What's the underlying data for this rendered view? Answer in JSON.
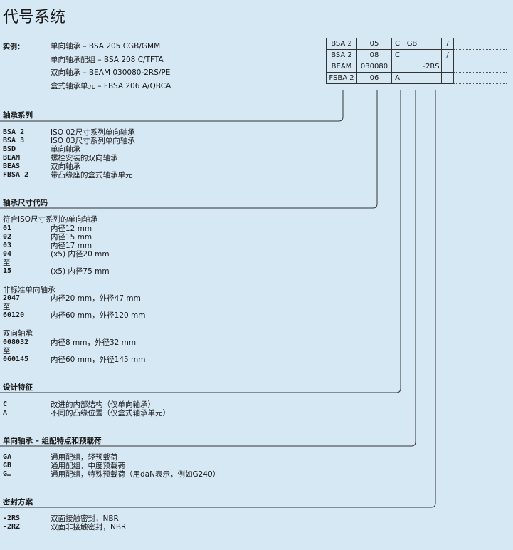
{
  "title": "代号系统",
  "example_label": "实例：",
  "examples": [
    "单向轴承 – BSA 205 CGB/GMM",
    "单向轴承配组 – BSA 208 C/TFTA",
    "双向轴承 – BEAM 030080-2RS/PE",
    "盒式轴承单元 – FBSA 206 A/QBCA"
  ],
  "table_rows": [
    [
      "BSA 2",
      "05",
      "C",
      "GB",
      "",
      "/"
    ],
    [
      "BSA 2",
      "08",
      "C",
      "",
      "",
      "/"
    ],
    [
      "BEAM",
      "030080",
      "",
      "",
      "-2RS",
      ""
    ],
    [
      "FSBA 2",
      "06",
      "A",
      "",
      "",
      ""
    ]
  ],
  "sections": {
    "series": {
      "heading": "轴承系列",
      "items": [
        {
          "code": "BSA 2",
          "desc": "ISO 02尺寸系列单向轴承"
        },
        {
          "code": "BSA 3",
          "desc": "ISO 03尺寸系列单向轴承"
        },
        {
          "code": "BSD",
          "desc": "单向轴承"
        },
        {
          "code": "BEAM",
          "desc": "螺栓安装的双向轴承"
        },
        {
          "code": "BEAS",
          "desc": "双向轴承"
        },
        {
          "code": "FBSA 2",
          "desc": "带凸缘座的盒式轴承单元"
        }
      ]
    },
    "size": {
      "heading": "轴承尺寸代码",
      "group1_title": "符合ISO尺寸系列的单向轴承",
      "group1": [
        {
          "code": "01",
          "desc": "内径12 mm"
        },
        {
          "code": "02",
          "desc": "内径15 mm"
        },
        {
          "code": "03",
          "desc": "内径17 mm"
        },
        {
          "code": "04",
          "desc": "(x5) 内径20 mm"
        },
        {
          "code": "至",
          "desc": ""
        },
        {
          "code": "15",
          "desc": "(x5) 内径75 mm"
        }
      ],
      "group2_title": "非标准单向轴承",
      "group2": [
        {
          "code": "2047",
          "desc": "内径20 mm，外径47 mm"
        },
        {
          "code": "至",
          "desc": ""
        },
        {
          "code": "60120",
          "desc": "内径60 mm，外径120 mm"
        }
      ],
      "group3_title": "双向轴承",
      "group3": [
        {
          "code": "008032",
          "desc": "内径8 mm，外径32 mm"
        },
        {
          "code": "至",
          "desc": ""
        },
        {
          "code": "060145",
          "desc": "内径60 mm，外径145 mm"
        }
      ]
    },
    "design": {
      "heading": "设计特征",
      "items": [
        {
          "code": "C",
          "desc": "改进的内部结构（仅单向轴承）"
        },
        {
          "code": "A",
          "desc": "不同的凸缘位置（仅盒式轴承单元）"
        }
      ]
    },
    "matching": {
      "heading": "单向轴承 – 组配特点和预载荷",
      "items": [
        {
          "code": "GA",
          "desc": "通用配组，轻预载荷"
        },
        {
          "code": "GB",
          "desc": "通用配组，中度预载荷"
        },
        {
          "code": "G…",
          "desc": "通用配组，特殊预载荷（用daN表示，例如G240）"
        }
      ]
    },
    "seal": {
      "heading": "密封方案",
      "items": [
        {
          "code": "-2RS",
          "desc": "双面接触密封，NBR"
        },
        {
          "code": "-2RZ",
          "desc": "双面非接触密封，NBR"
        }
      ]
    }
  }
}
